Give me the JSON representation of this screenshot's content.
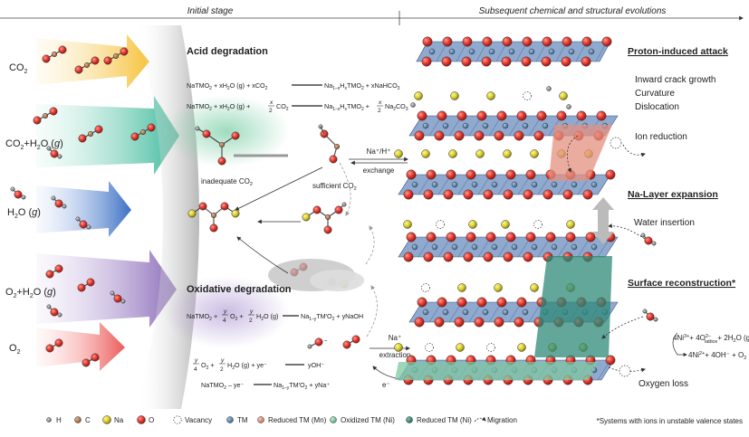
{
  "header": {
    "initial_stage": "Initial stage",
    "subsequent": "Subsequent chemical and structural evolutions"
  },
  "gases": [
    {
      "label": "CO",
      "sub": "2",
      "suffix": "",
      "color": "#f5c23a"
    },
    {
      "label": "CO",
      "sub": "2",
      "suffix": "+H",
      "sub2": "2",
      "suffix2": "O (",
      "italic": "g",
      "suffix3": ")",
      "color": "#3ab89a"
    },
    {
      "label": "H",
      "sub": "2",
      "suffix": "O (",
      "italic": "g",
      "suffix3": ")",
      "color": "#3b6fc4"
    },
    {
      "label": "O",
      "sub": "2",
      "suffix": "+H",
      "sub2": "2",
      "suffix2": "O (",
      "italic": "g",
      "suffix3": ")",
      "color": "#8a6bb8"
    },
    {
      "label": "O",
      "sub": "2",
      "suffix": "",
      "color": "#ec5a5a"
    }
  ],
  "acid": {
    "title": "Acid degradation",
    "eq1_left": "NaTMO",
    "eq1_mid": "+ xH",
    "eq1_mid2": "O (g) + xCO",
    "eq1_right": "Na",
    "eq1_right2": "H",
    "eq1_right3": "TMO",
    "eq1_right4": "+ xNaHCO",
    "eq2_left": "NaTMO",
    "eq2_mid": "+ xH",
    "eq2_mid2": "O (g) +",
    "eq2_frac_num": "x",
    "eq2_frac_den": "2",
    "eq2_co2": "CO",
    "eq2_right": "Na",
    "eq2_right2": "H",
    "eq2_right3": "TMO",
    "eq2_right4": "+",
    "eq2_right5": "Na",
    "eq2_right6": "CO",
    "inadequate": "inadequate CO",
    "sufficient": "sufficient CO",
    "exchange_top": "Na⁺/H⁺",
    "exchange_bot": "exchange"
  },
  "oxidative": {
    "title": "Oxidative degradation",
    "eq1": "NaTMO",
    "eq1b": "+",
    "eq1c": "O",
    "eq1d": "+",
    "eq1e": "H",
    "eq1f": "O (g)",
    "eq1g": "Na",
    "eq1h": "TM′O",
    "eq1i": "+ yNaOH",
    "frac_y": "y",
    "frac_4": "4",
    "frac_2": "2",
    "eq2": "O",
    "eq2b": "+",
    "eq2c": "H",
    "eq2d": "O (g) + ye⁻",
    "eq2e": "yOH⁻",
    "eq3": "NaTMO",
    "eq3b": "– ye⁻",
    "eq3c": "Na",
    "eq3d": "TM′O",
    "eq3e": "+ yNa⁺",
    "extraction_top": "Na⁺",
    "extraction_bot": "extraction",
    "electron": "e⁻"
  },
  "right": {
    "proton_title": "Proton-induced attack",
    "proton_items": [
      "Inward crack growth",
      "Curvature",
      "Dislocation"
    ],
    "ion_reduction": "Ion reduction",
    "na_layer_title": "Na-Layer expansion",
    "water_insertion": "Water insertion",
    "surface_title": "Surface reconstruction*",
    "reaction1": "4Ni",
    "reaction1b": "3+",
    "reaction1c": "+ 4O",
    "reaction1d": "2–",
    "reaction1e": "lattice",
    "reaction1f": "+ 2H",
    "reaction1g": "2",
    "reaction1h": "O (g)",
    "reaction2": "4Ni",
    "reaction2b": "2+",
    "reaction2c": "+ 4OH⁻ + O",
    "reaction2d": "2",
    "oxygen_loss": "Oxygen loss"
  },
  "legend": [
    {
      "label": "H",
      "color": "#888888"
    },
    {
      "label": "C",
      "color": "#b07850"
    },
    {
      "label": "Na",
      "color": "#c8c020"
    },
    {
      "label": "O",
      "color": "#e03030"
    },
    {
      "label": "Vacancy",
      "color": "#ffffff"
    },
    {
      "label": "TM",
      "color": "#4a7aa8"
    },
    {
      "label": "Reduced TM (Mn)",
      "color": "#e49080"
    },
    {
      "label": "Oxidized TM (Ni)",
      "color": "#7fc7a0"
    },
    {
      "label": "Reduced TM (Ni)",
      "color": "#2e8a78"
    },
    {
      "label": "Migration",
      "color": "#333333"
    }
  ],
  "footnote": "*Systems with ions in unstable valence states",
  "colors": {
    "slab": "#8fa9cf",
    "slab_dark": "#6d8bb8",
    "red_atom": "#e23a32",
    "na_atom": "#d6cc2a"
  }
}
